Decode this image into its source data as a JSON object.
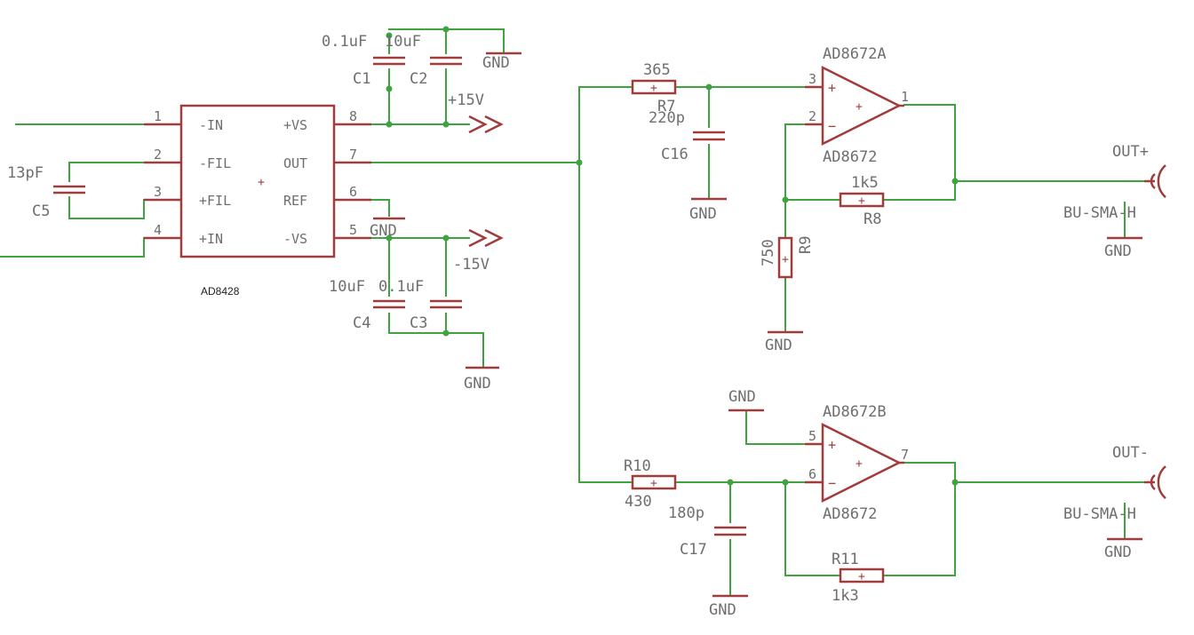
{
  "ad8428": {
    "name": "AD8428",
    "pins": [
      {
        "num": "1",
        "label": "-IN"
      },
      {
        "num": "2",
        "label": "-FIL"
      },
      {
        "num": "3",
        "label": "+FIL"
      },
      {
        "num": "4",
        "label": "+IN"
      },
      {
        "num": "8",
        "label": "+VS"
      },
      {
        "num": "7",
        "label": "OUT"
      },
      {
        "num": "6",
        "label": "REF"
      },
      {
        "num": "5",
        "label": "-VS"
      }
    ]
  },
  "c5": {
    "name": "C5",
    "value": "13pF"
  },
  "c1": {
    "name": "C1",
    "value": "0.1uF"
  },
  "c2": {
    "name": "C2",
    "value": "10uF"
  },
  "c4": {
    "name": "C4",
    "value": "10uF"
  },
  "c3": {
    "name": "C3",
    "value": "0.1uF"
  },
  "c16": {
    "name": "C16",
    "value": "220p"
  },
  "c17": {
    "name": "C17",
    "value": "180p"
  },
  "r7": {
    "name": "R7",
    "value": "365"
  },
  "r8": {
    "name": "R8",
    "value": "1k5"
  },
  "r9": {
    "name": "R9",
    "value": "750"
  },
  "r10": {
    "name": "R10",
    "value": "430"
  },
  "r11": {
    "name": "R11",
    "value": "1k3"
  },
  "supply_pos": "+15V",
  "supply_neg": "-15V",
  "gnd": "GND",
  "opamp_a": {
    "name": "AD8672A",
    "value": "AD8672",
    "pin_plus": "3",
    "pin_minus": "2",
    "pin_out": "1"
  },
  "opamp_b": {
    "name": "AD8672B",
    "value": "AD8672",
    "pin_plus": "5",
    "pin_minus": "6",
    "pin_out": "7"
  },
  "out_pos": {
    "name": "OUT+",
    "value": "BU-SMA-H"
  },
  "out_neg": {
    "name": "OUT-",
    "value": "BU-SMA-H"
  }
}
